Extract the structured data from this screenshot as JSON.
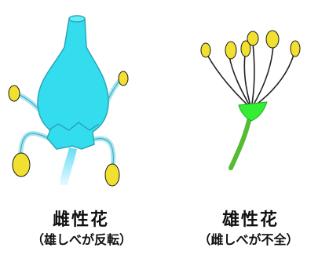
{
  "female_flower": {
    "title": "雌性花",
    "subtitle": "（雄しべが反転）"
  },
  "male_flower": {
    "title": "雄性花",
    "subtitle": "（雌しべが不全）"
  },
  "colors": {
    "pistil": "#33DDEE",
    "pistil_outline": "#2AA6B8",
    "stamen_filament": "#A8E4F0",
    "anther": "#F2E030",
    "anther_outline": "#1A1A1A",
    "stalk": "#55BB33",
    "receptacle": "#33EE33",
    "thread": "#222222"
  }
}
